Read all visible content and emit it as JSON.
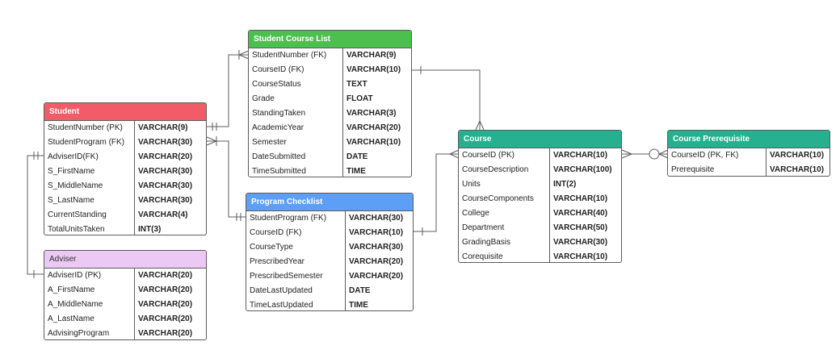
{
  "colors": {
    "student": "#f25c69",
    "adviser": "#ecc8f4",
    "student_course_list": "#4cbf4f",
    "program_checklist": "#5d9ef6",
    "course": "#26b08f",
    "course_prerequisite": "#26b08f",
    "line": "#5c5c5c"
  },
  "entities": {
    "student": {
      "title": "Student",
      "rows": [
        {
          "name": "StudentNumber (PK)",
          "type": "VARCHAR(9)"
        },
        {
          "name": "StudentProgram (FK)",
          "type": "VARCHAR(30)"
        },
        {
          "name": "AdviserID(FK)",
          "type": "VARCHAR(20)"
        },
        {
          "name": "S_FirstName",
          "type": "VARCHAR(30)"
        },
        {
          "name": "S_MiddleName",
          "type": "VARCHAR(30)"
        },
        {
          "name": "S_LastName",
          "type": "VARCHAR(30)"
        },
        {
          "name": "CurrentStanding",
          "type": "VARCHAR(4)"
        },
        {
          "name": "TotalUnitsTaken",
          "type": "INT(3)"
        }
      ]
    },
    "adviser": {
      "title": "Adviser",
      "rows": [
        {
          "name": "AdviserID (PK)",
          "type": "VARCHAR(20)"
        },
        {
          "name": "A_FirstName",
          "type": "VARCHAR(20)"
        },
        {
          "name": "A_MiddleName",
          "type": "VARCHAR(20)"
        },
        {
          "name": "A_LastName",
          "type": "VARCHAR(20)"
        },
        {
          "name": "AdvisingProgram",
          "type": "VARCHAR(20)"
        }
      ]
    },
    "student_course_list": {
      "title": "Student Course List",
      "rows": [
        {
          "name": "StudentNumber (FK)",
          "type": "VARCHAR(9)"
        },
        {
          "name": "CourseID (FK)",
          "type": "VARCHAR(10)"
        },
        {
          "name": "CourseStatus",
          "type": "TEXT"
        },
        {
          "name": "Grade",
          "type": "FLOAT"
        },
        {
          "name": "StandingTaken",
          "type": "VARCHAR(3)"
        },
        {
          "name": "AcademicYear",
          "type": "VARCHAR(20)"
        },
        {
          "name": "Semester",
          "type": "VARCHAR(10)"
        },
        {
          "name": "DateSubmitted",
          "type": "DATE"
        },
        {
          "name": "TimeSubmitted",
          "type": "TIME"
        }
      ]
    },
    "program_checklist": {
      "title": "Program Checklist",
      "rows": [
        {
          "name": "StudentProgram (FK)",
          "type": "VARCHAR(30)"
        },
        {
          "name": "CourseID (FK)",
          "type": "VARCHAR(10)"
        },
        {
          "name": "CourseType",
          "type": "VARCHAR(30)"
        },
        {
          "name": "PrescribedYear",
          "type": "VARCHAR(20)"
        },
        {
          "name": "PrescribedSemester",
          "type": "VARCHAR(20)"
        },
        {
          "name": "DateLastUpdated",
          "type": "DATE"
        },
        {
          "name": "TimeLastUpdated",
          "type": "TIME"
        }
      ]
    },
    "course": {
      "title": "Course",
      "rows": [
        {
          "name": "CourseID (PK)",
          "type": "VARCHAR(10)"
        },
        {
          "name": "CourseDescription",
          "type": "VARCHAR(100)"
        },
        {
          "name": "Units",
          "type": "INT(2)"
        },
        {
          "name": "CourseComponents",
          "type": "VARCHAR(10)"
        },
        {
          "name": "College",
          "type": "VARCHAR(40)"
        },
        {
          "name": "Department",
          "type": "VARCHAR(50)"
        },
        {
          "name": "GradingBasis",
          "type": "VARCHAR(30)"
        },
        {
          "name": "Corequisite",
          "type": "VARCHAR(10)"
        }
      ]
    },
    "course_prerequisite": {
      "title": "Course Prerequisite",
      "rows": [
        {
          "name": "CourseID (PK, FK)",
          "type": "VARCHAR(10)"
        },
        {
          "name": "Prerequisite",
          "type": "VARCHAR(10)"
        }
      ]
    }
  },
  "relationships": [
    {
      "from": "student",
      "to": "student_course_list",
      "from_end": "one-mandatory",
      "to_end": "one-or-many"
    },
    {
      "from": "student",
      "to": "program_checklist",
      "from_end": "one-or-many",
      "to_end": "one-mandatory"
    },
    {
      "from": "student",
      "to": "adviser",
      "from_end": "one-mandatory",
      "to_end": "one"
    },
    {
      "from": "student_course_list",
      "to": "course",
      "from_end": "one",
      "to_end": "many"
    },
    {
      "from": "program_checklist",
      "to": "course",
      "from_end": "one",
      "to_end": "many"
    },
    {
      "from": "course",
      "to": "course_prerequisite",
      "from_end": "many",
      "to_end": "zero-or-many"
    }
  ]
}
